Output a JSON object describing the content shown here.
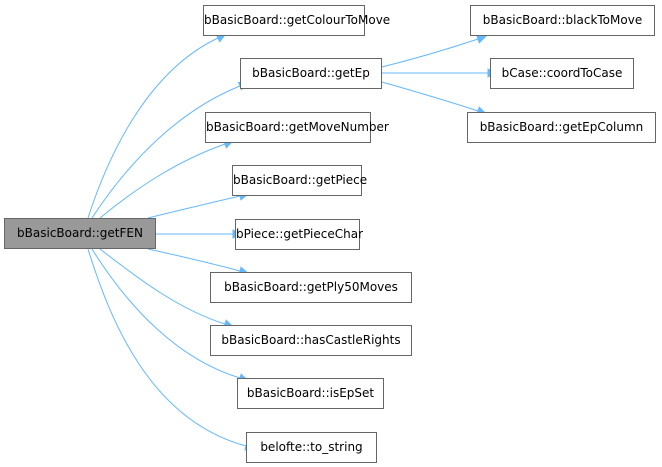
{
  "graph": {
    "type": "call-graph",
    "root": {
      "id": "getFEN",
      "label": "bBasicBoard::getFEN"
    },
    "nodes": [
      {
        "id": "getColourToMove",
        "label": "bBasicBoard::getColourToMove"
      },
      {
        "id": "getEp",
        "label": "bBasicBoard::getEp"
      },
      {
        "id": "getMoveNumber",
        "label": "bBasicBoard::getMoveNumber"
      },
      {
        "id": "getPiece",
        "label": "bBasicBoard::getPiece"
      },
      {
        "id": "getPieceChar",
        "label": "bPiece::getPieceChar"
      },
      {
        "id": "getPly50Moves",
        "label": "bBasicBoard::getPly50Moves"
      },
      {
        "id": "hasCastleRights",
        "label": "bBasicBoard::hasCastleRights"
      },
      {
        "id": "isEpSet",
        "label": "bBasicBoard::isEpSet"
      },
      {
        "id": "to_string",
        "label": "belofte::to_string"
      },
      {
        "id": "blackToMove",
        "label": "bBasicBoard::blackToMove"
      },
      {
        "id": "coordToCase",
        "label": "bCase::coordToCase"
      },
      {
        "id": "getEpColumn",
        "label": "bBasicBoard::getEpColumn"
      }
    ],
    "edges": [
      {
        "from": "getFEN",
        "to": "getColourToMove"
      },
      {
        "from": "getFEN",
        "to": "getEp"
      },
      {
        "from": "getFEN",
        "to": "getMoveNumber"
      },
      {
        "from": "getFEN",
        "to": "getPiece"
      },
      {
        "from": "getFEN",
        "to": "getPieceChar"
      },
      {
        "from": "getFEN",
        "to": "getPly50Moves"
      },
      {
        "from": "getFEN",
        "to": "hasCastleRights"
      },
      {
        "from": "getFEN",
        "to": "isEpSet"
      },
      {
        "from": "getFEN",
        "to": "to_string"
      },
      {
        "from": "getEp",
        "to": "blackToMove"
      },
      {
        "from": "getEp",
        "to": "coordToCase"
      },
      {
        "from": "getEp",
        "to": "getEpColumn"
      }
    ],
    "colors": {
      "edge": "#63b8ff",
      "root_fill": "#999999",
      "node_border": "#666666"
    }
  }
}
